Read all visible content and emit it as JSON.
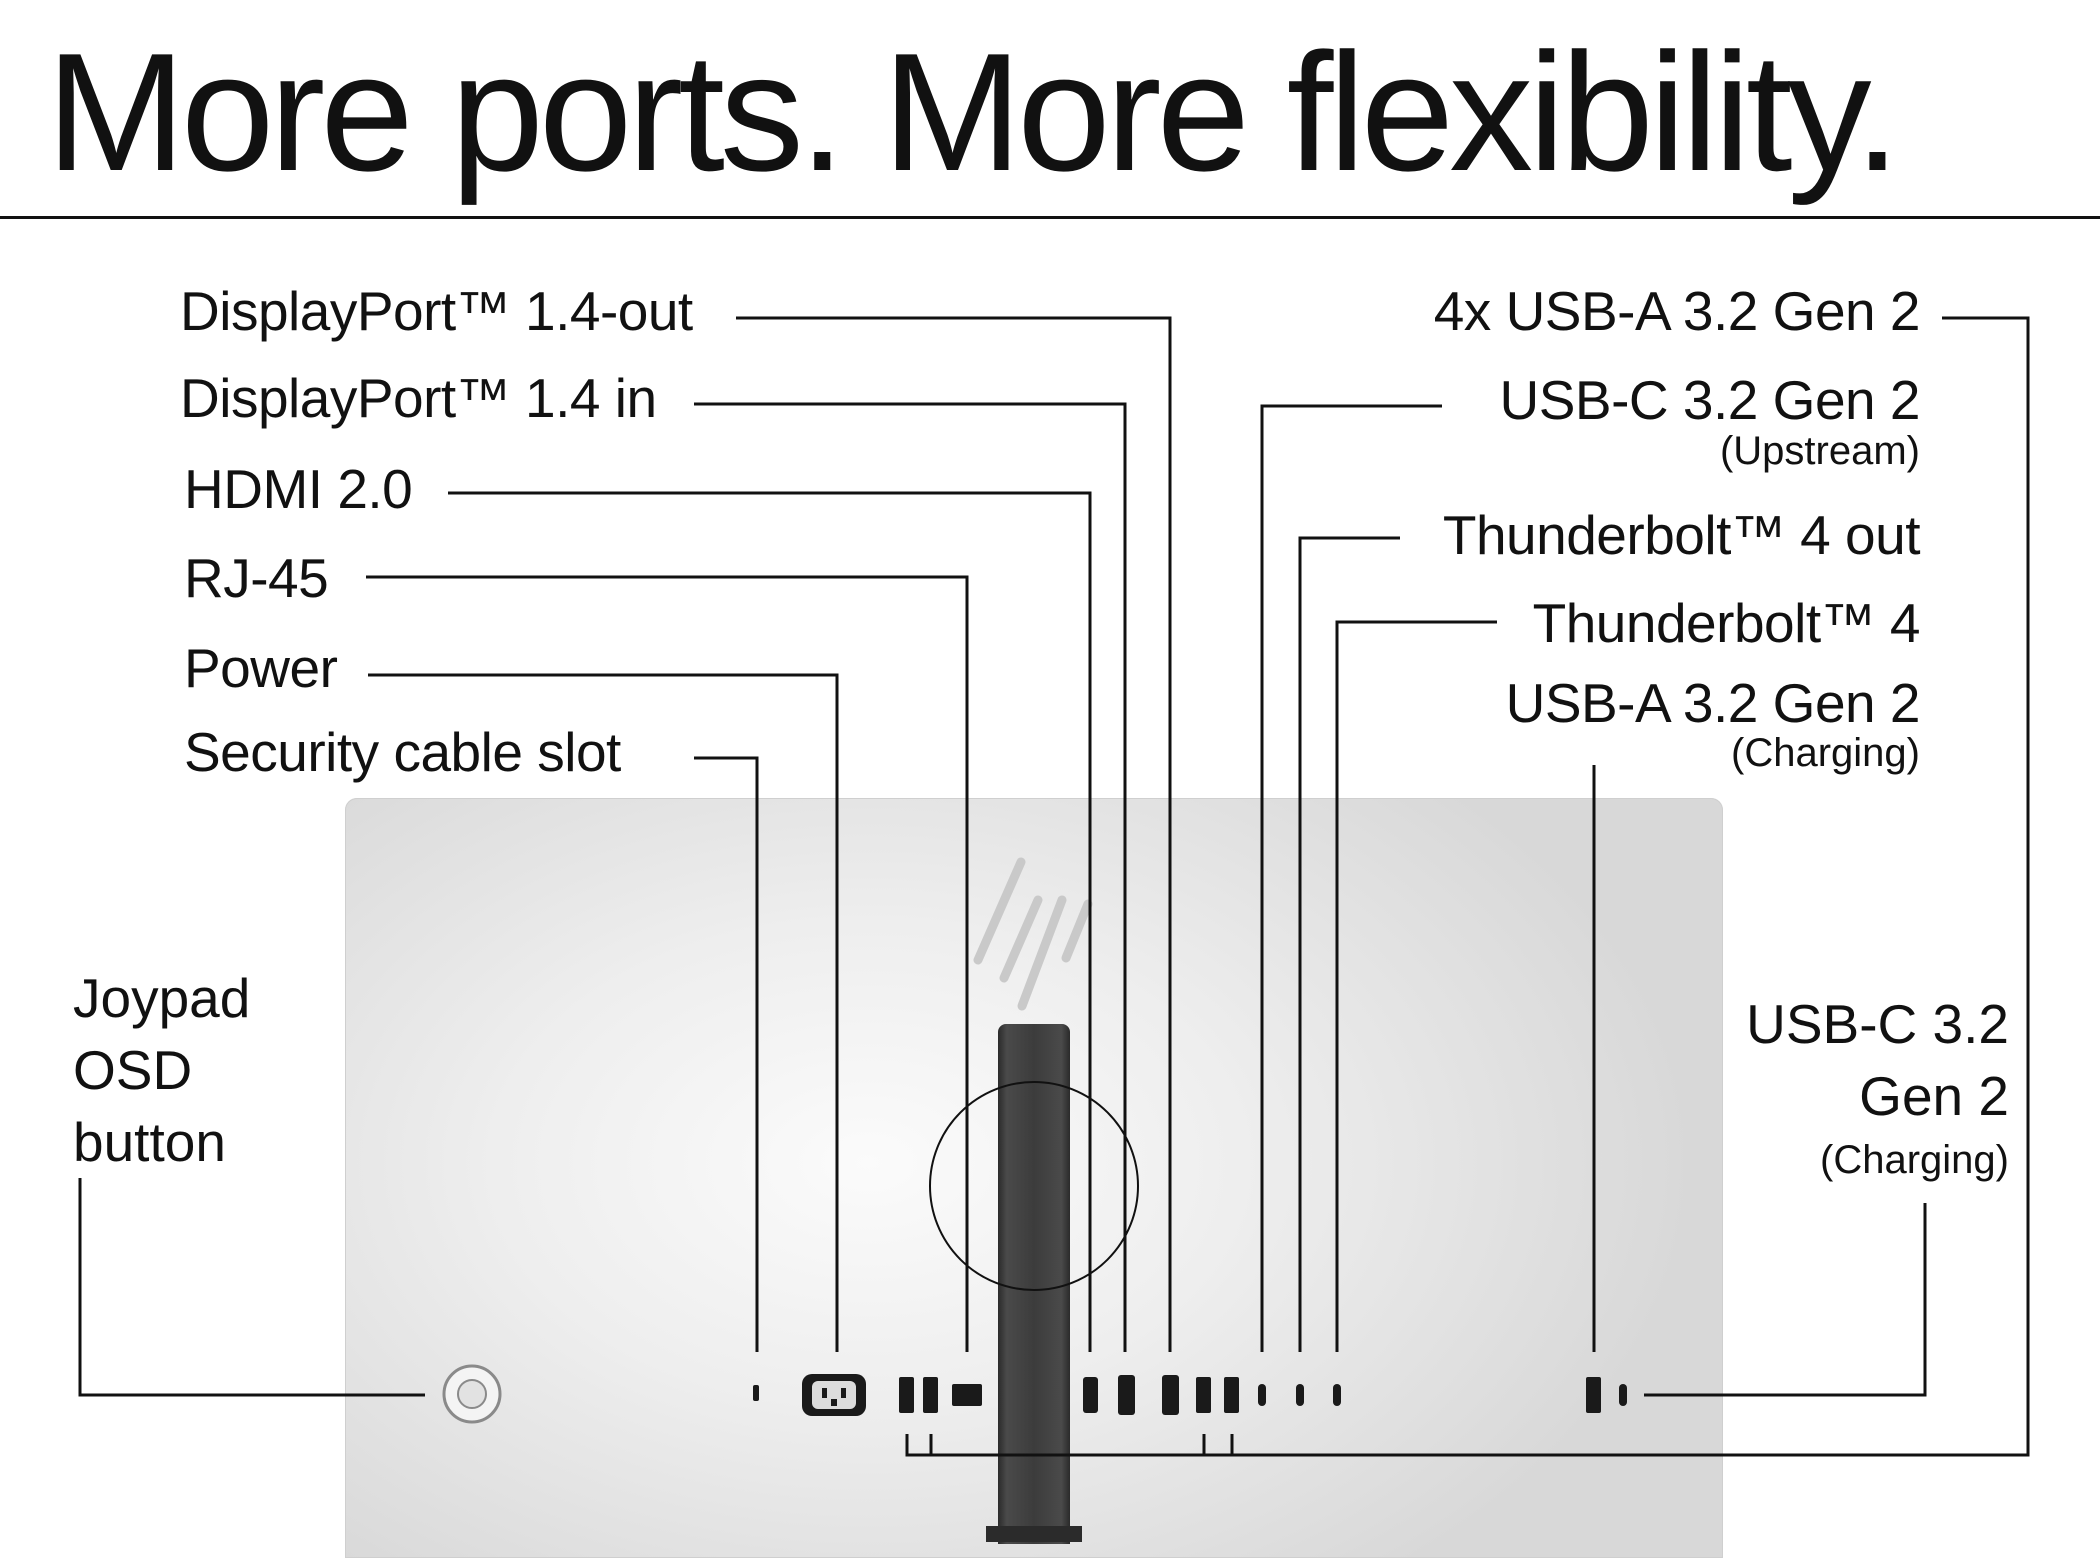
{
  "headline": "More ports. More flexibility.",
  "left_labels": {
    "dp_out": "DisplayPort™ 1.4-out",
    "dp_in": "DisplayPort™ 1.4 in",
    "hdmi": "HDMI 2.0",
    "rj45": "RJ-45",
    "power": "Power",
    "security": "Security cable slot"
  },
  "right_labels": {
    "usba_4x": "4x USB-A 3.2 Gen 2",
    "usbc_up": "USB-C 3.2 Gen 2",
    "usbc_up_note": "(Upstream)",
    "tb4_out": "Thunderbolt™ 4 out",
    "tb4": "Thunderbolt™ 4",
    "usba_charge": "USB-A 3.2 Gen 2",
    "usba_charge_note": "(Charging)"
  },
  "joypad": {
    "line1": "Joypad",
    "line2": "OSD",
    "line3": "button"
  },
  "usbc_side": {
    "line1": "USB-C 3.2",
    "line2": "Gen 2",
    "note": "(Charging)"
  },
  "colors": {
    "ink": "#111111",
    "monitor_body": "#e6e6e6",
    "stand": "#3c3c3c",
    "port": "#1a1a1a"
  },
  "icons": [
    "hp-logo-icon",
    "joypad-icon",
    "security-slot-icon",
    "power-port-icon",
    "usb-a-port-icon",
    "rj45-port-icon",
    "hdmi-port-icon",
    "displayport-icon",
    "usb-c-port-icon"
  ]
}
